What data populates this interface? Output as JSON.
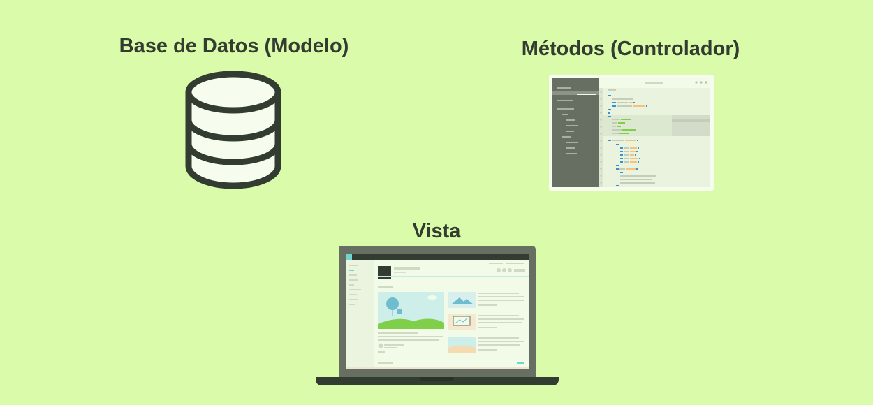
{
  "labels": {
    "model": "Base de Datos (Modelo)",
    "controller": "Métodos (Controlador)",
    "view": "Vista"
  },
  "colors": {
    "background": "#dafbaa",
    "ink": "#333c30",
    "panel_dark": "#676f62",
    "surface": "#f2fbe8",
    "accent_teal": "#6fd6cf",
    "accent_orange": "#f4c27c",
    "accent_blue": "#3a8fce",
    "accent_green": "#7fcf4a"
  },
  "icons": {
    "model": "database-icon",
    "controller": "code-editor-icon",
    "view": "laptop-icon"
  }
}
